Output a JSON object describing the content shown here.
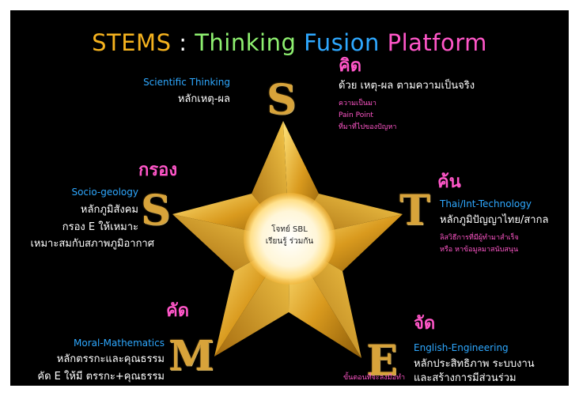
{
  "title": {
    "part1": "STEMS",
    "sep": " : ",
    "part2": "Thinking",
    "part3": "Fusion",
    "part4": "Platform",
    "colors": {
      "part1": "#f5b21e",
      "part2": "#8ef070",
      "part3": "#2ea8ff",
      "part4": "#ff56c8",
      "sep": "#ffffff"
    }
  },
  "center": {
    "line1": "โจทย์ SBL",
    "line2": "เรียนรู้ ร่วมกัน"
  },
  "nodes": {
    "s_top": {
      "letter": "S",
      "thai_heading": "คิด",
      "english": "Scientific Thinking",
      "principle": "หลักเหตุ-ผล",
      "detail": "ด้วย เหตุ-ผล ตามความเป็นจริง",
      "notes": [
        "ความเป็นมา",
        "Pain Point",
        "ที่มาที่ไปของปัญหา"
      ]
    },
    "t_right": {
      "letter": "T",
      "thai_heading": "ค้น",
      "english": "Thai/Int-Technology",
      "principle": "หลักภูมิปัญญาไทย/สากล",
      "notes": [
        "ลิสวิธีการที่มีผู้ทำมาสำเร็จ",
        "หรือ หาข้อมูลมาสนับสนุน"
      ]
    },
    "e_bottom_right": {
      "letter": "E",
      "thai_heading": "จัด",
      "english": "English-Engineering",
      "principle": "หลักประสิทธิภาพ ระบบงาน",
      "detail": "และสร้างการมีส่วนร่วม",
      "notes": [
        "ขั้นตอนที่จะลงมือทำ"
      ]
    },
    "m_bottom_left": {
      "letter": "M",
      "thai_heading": "คัด",
      "english": "Moral-Mathematics",
      "principle": "หลักตรรกะและคุณธรรม",
      "detail": "คัด E ให้มี ตรรกะ+คุณธรรม"
    },
    "s_left": {
      "letter": "S",
      "thai_heading": "กรอง",
      "english": "Socio-geology",
      "principle": "หลักภูมิสังคม",
      "detail1": "กรอง E ให้เหมาะ",
      "detail2": "เหมาะสมกับสภาพภูมิอากาศ"
    }
  },
  "colors": {
    "background": "#000000",
    "heading_pink": "#ff56c8",
    "english_blue": "#2ea8ff",
    "star_gold": "#e2a92c",
    "center_glow": "#fff8e0"
  }
}
